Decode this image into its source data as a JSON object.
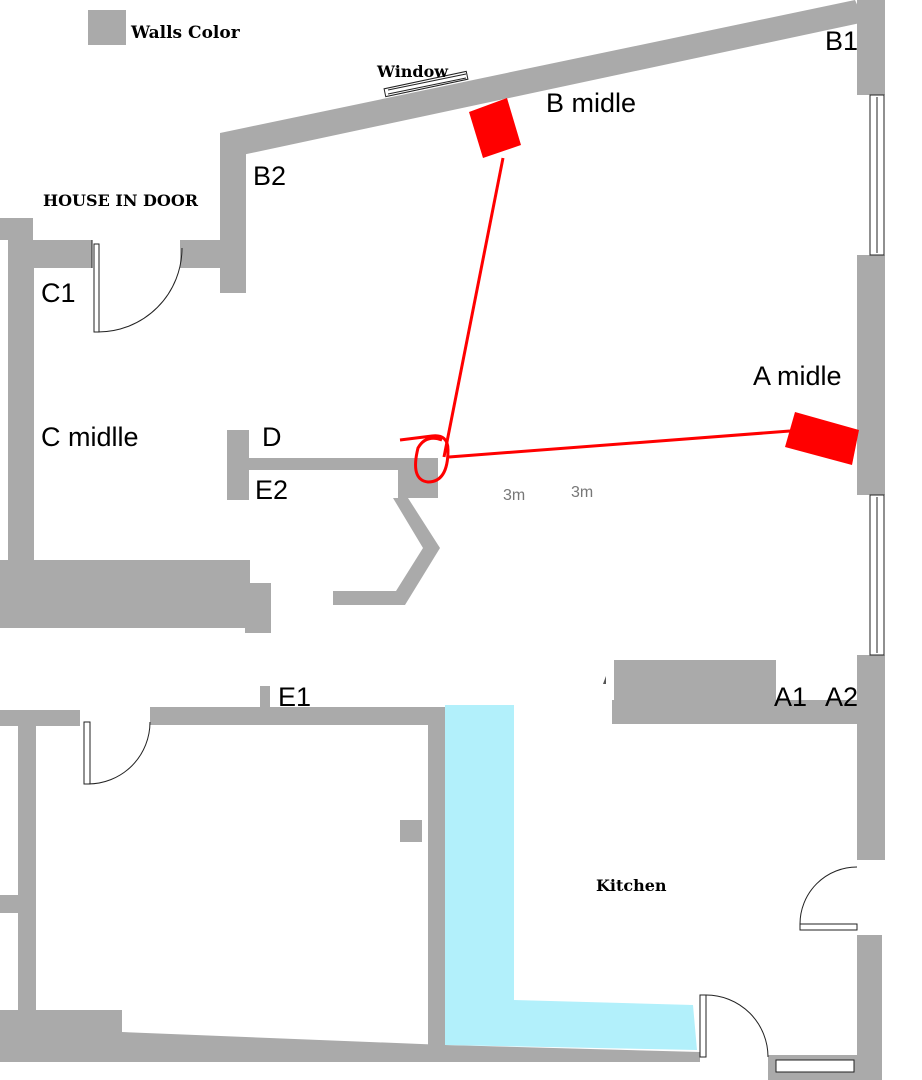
{
  "colors": {
    "wall": "#aaaaaa",
    "speaker": "#ff0000",
    "line": "#ff0000",
    "counter": "#b2f0fb",
    "background": "#ffffff"
  },
  "legend": {
    "label": "Walls Color"
  },
  "labels": {
    "window": "Window",
    "house_in_door": "HOUSE IN DOOR",
    "kitchen": "Kitchen",
    "b_middle": "B midle",
    "a_middle": "A midle",
    "c_middle": "C midlle",
    "b1": "B1",
    "b2": "B2",
    "c1": "C1",
    "d": "D",
    "e1": "E1",
    "e2": "E2",
    "a1": "A1",
    "a2": "A2",
    "dist_1": "3m",
    "dist_2": "3m"
  },
  "icons": {
    "speaker": "speaker-rect",
    "listener": "listener-circle",
    "door": "door-swing-arc",
    "window": "window-pane"
  }
}
